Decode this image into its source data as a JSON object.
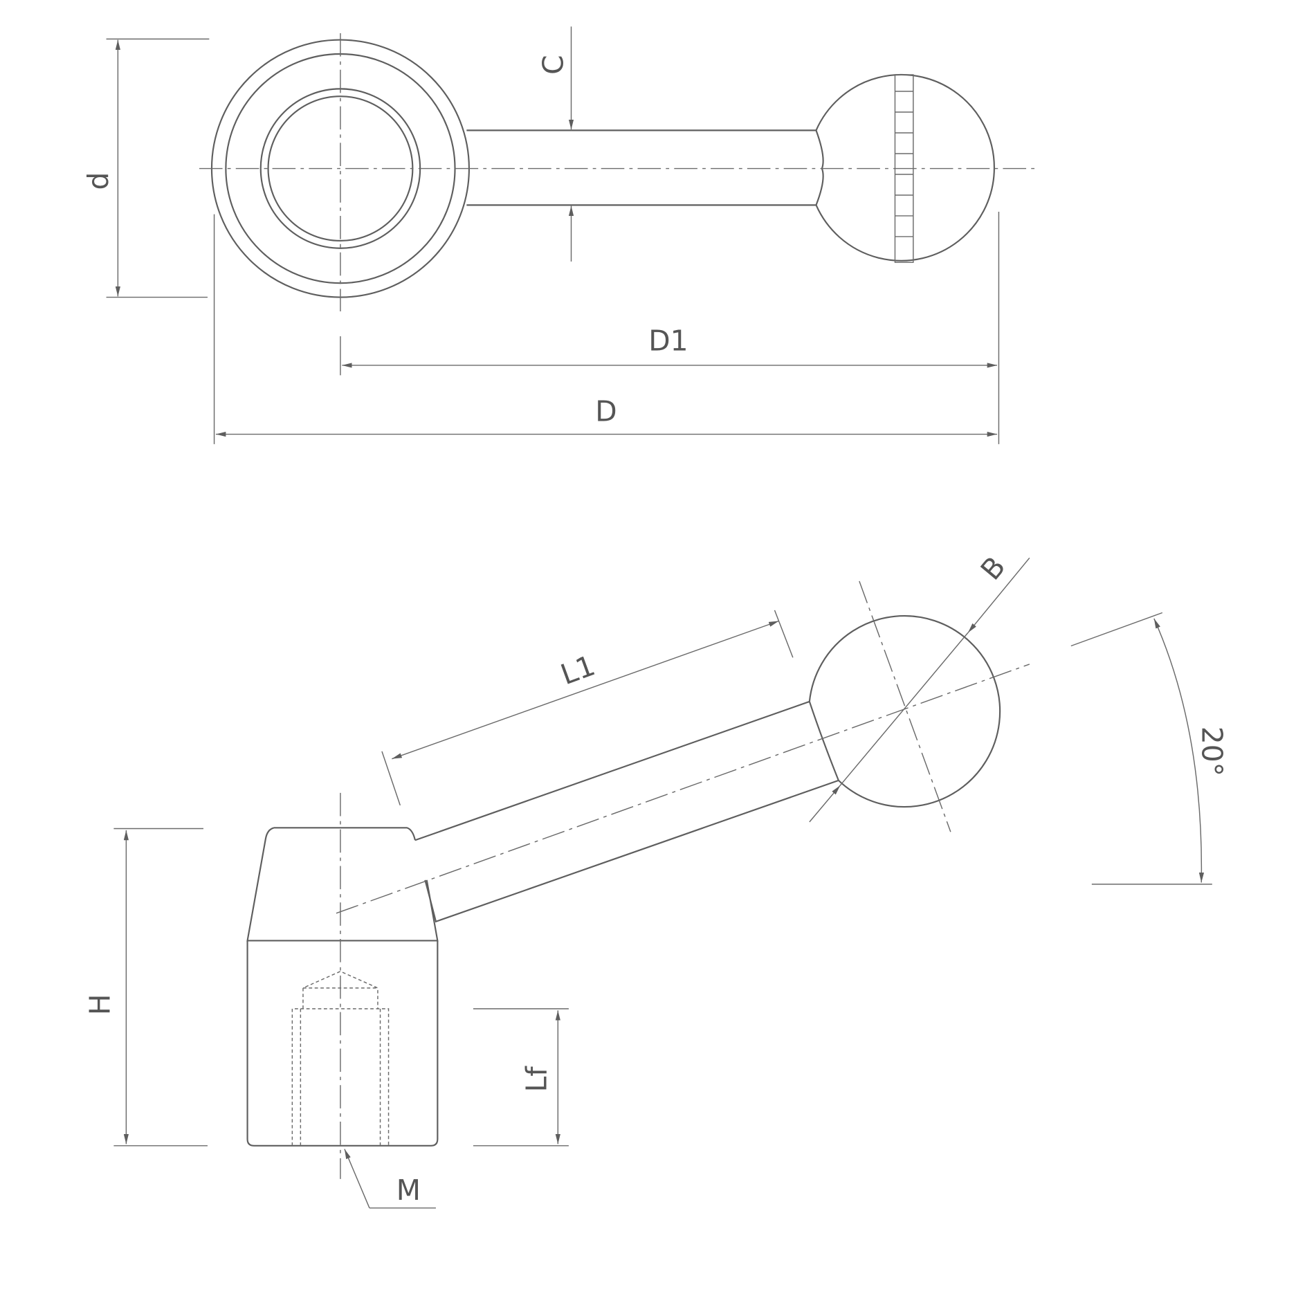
{
  "title": "Clamping lever technical drawing",
  "colors": {
    "line": "#5e5e5e",
    "background": "#ffffff"
  },
  "labels": {
    "d": "d",
    "C": "C",
    "D1": "D1",
    "D": "D",
    "B": "B",
    "L1": "L1",
    "angle": "20°",
    "H": "H",
    "Lf": "Lf",
    "M": "M"
  }
}
